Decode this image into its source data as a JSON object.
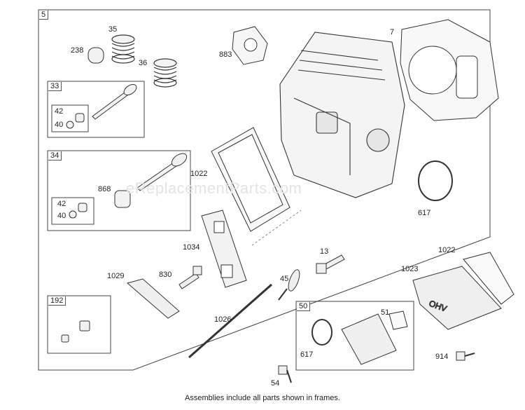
{
  "watermark": "eReplacementParts.com",
  "caption": "Assemblies include all parts shown in frames.",
  "frames": {
    "main": "5",
    "f33": "33",
    "f34": "34",
    "f192": "192",
    "f50": "50",
    "sub42a": "42",
    "sub40a": "40",
    "sub42b": "42",
    "sub40b": "40"
  },
  "parts": {
    "p238": "238",
    "p35": "35",
    "p36": "36",
    "p883": "883",
    "p7": "7",
    "p1022a": "1022",
    "p868": "868",
    "p617a": "617",
    "p1034": "1034",
    "p13": "13",
    "p1022b": "1022",
    "p1023": "1023",
    "p1029": "1029",
    "p830": "830",
    "p45": "45",
    "p1026": "1026",
    "p51": "51",
    "p617b": "617",
    "p914": "914",
    "p54": "54"
  }
}
